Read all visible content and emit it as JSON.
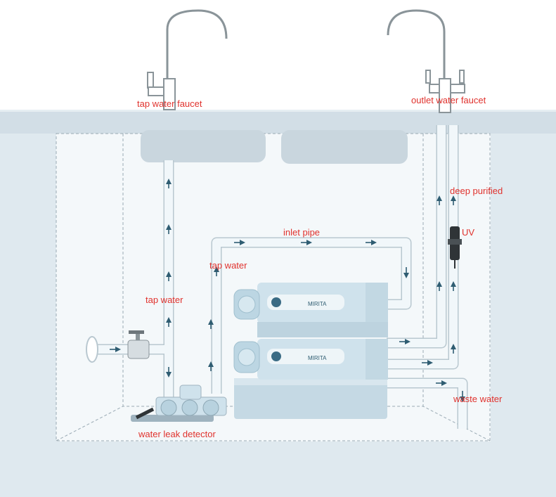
{
  "labels": {
    "tap_faucet": "tap water faucet",
    "outlet_faucet": "outlet water faucet",
    "deep_purified": "deep purified",
    "uv": "UV",
    "inlet_pipe": "inlet pipe",
    "tap_water_right": "tap water",
    "tap_water_left": "tap  water",
    "waste_water": "waste water",
    "leak_detector": "water leak detector"
  },
  "brand": "MIRITA",
  "colors": {
    "label": "#e0322d",
    "cabinet": "#dfe9ef",
    "counter": "#d2dee6",
    "purifier": "#cfe2ec",
    "pipe": "#f1f7fa",
    "arrow": "#2f5d72"
  }
}
